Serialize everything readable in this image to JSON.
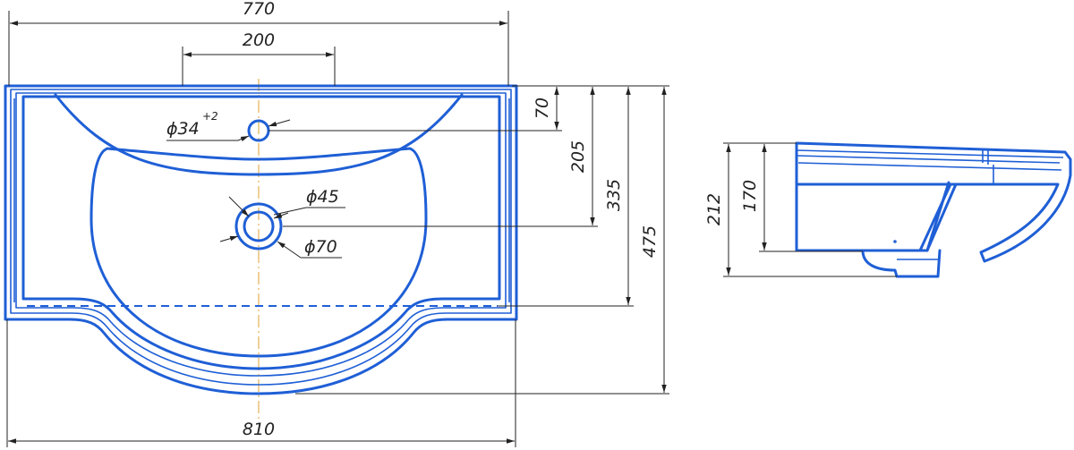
{
  "dimensions": {
    "overall_top_width": "770",
    "tap_span": "200",
    "tap_hole_diameter": "ϕ34",
    "tap_hole_tolerance": "+2",
    "drain_inner_diameter": "ϕ45",
    "drain_outer_diameter": "ϕ70",
    "tap_hole_offset": "70",
    "drain_offset": "205",
    "bowl_depth_line": "335",
    "overall_depth": "475",
    "overall_bottom_width": "810",
    "side_total_height": "212",
    "side_bowl_height": "170"
  },
  "colors": {
    "outline": "#1f5fd6",
    "dimension": "#222222",
    "centerline": "#e0a030"
  }
}
